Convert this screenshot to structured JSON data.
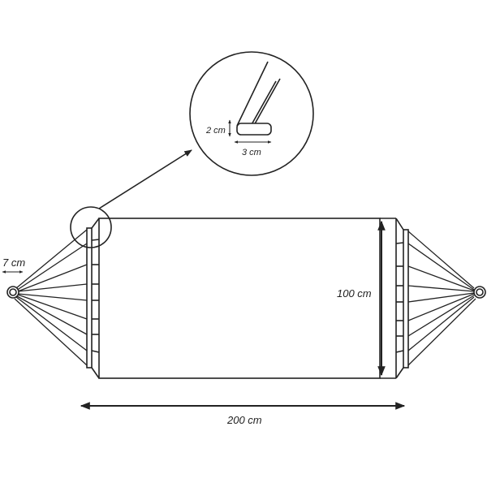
{
  "diagram": {
    "subject": "hammock with spreader bars",
    "dimensions": {
      "length": "200 cm",
      "width": "100 cm",
      "rope_span": "7 cm",
      "bar_thickness": "2 cm",
      "bar_width": "3 cm"
    },
    "callout": {
      "description": "detail of spreader bar cross-section"
    },
    "colors": {
      "stroke": "#222222",
      "background": "#ffffff"
    }
  }
}
